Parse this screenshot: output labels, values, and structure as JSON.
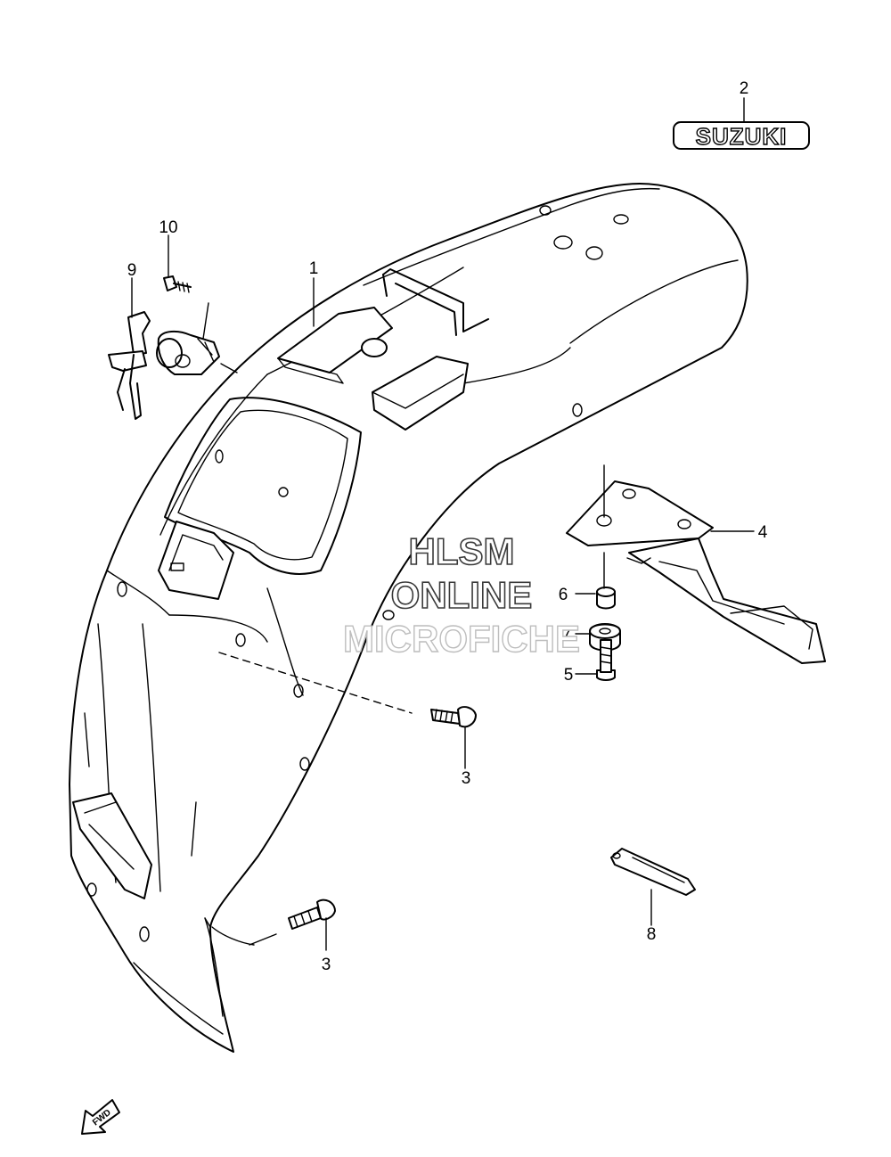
{
  "callouts": {
    "c1": "1",
    "c2": "2",
    "c3a": "3",
    "c3b": "3",
    "c4": "4",
    "c5": "5",
    "c6": "6",
    "c7": "7",
    "c8": "8",
    "c9": "9",
    "c10": "10"
  },
  "emblem_text": "SUZUKI",
  "watermark": {
    "line1": "HLSM",
    "line2": "ONLINE",
    "line3": "MICROFICHE"
  },
  "fwd_label": "FWD"
}
